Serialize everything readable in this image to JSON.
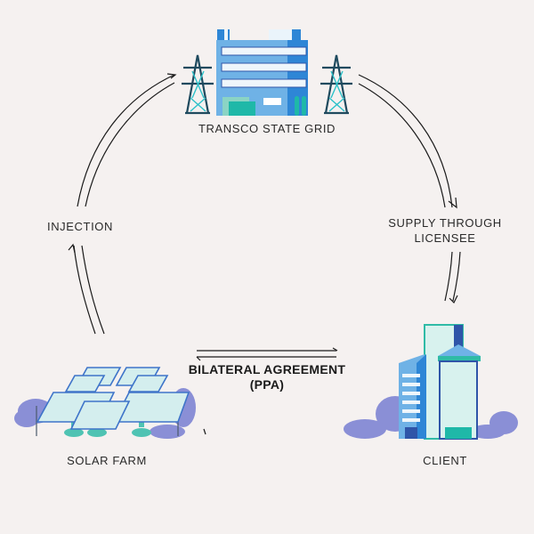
{
  "nodes": {
    "grid": {
      "label": "TRANSCO STATE GRID"
    },
    "solar": {
      "label": "SOLAR FARM"
    },
    "client": {
      "label": "CLIENT"
    }
  },
  "flows": {
    "injection": {
      "label": "INJECTION"
    },
    "supply": {
      "line1": "SUPPLY THROUGH",
      "line2": "LICENSEE"
    },
    "agreement": {
      "line1": "BILATERAL AGREEMENT",
      "line2": "(PPA)"
    }
  },
  "colors": {
    "background": "#f5f1f0",
    "arrow": "#1a1a1a",
    "building_blue": "#6fb2e6",
    "dark_blue": "#2f55a8",
    "teal": "#1fb8a8",
    "tower": "#1f4a5e",
    "tree": "#8a8fd6"
  }
}
